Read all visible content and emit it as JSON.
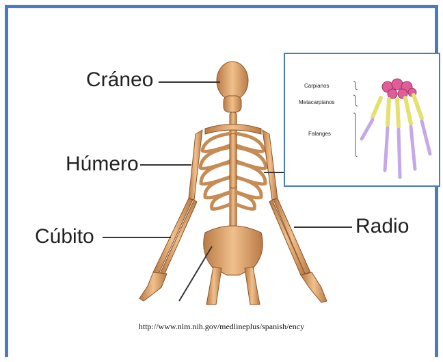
{
  "labels": {
    "craneo": "Cráneo",
    "humero": "Húmero",
    "cubito": "Cúbito",
    "radio": "Radio"
  },
  "inset": {
    "carpianos": "Carpianos",
    "metacarpianos": "Metacarpianos",
    "falanges": "Falanges"
  },
  "source_url": "http://www.nlm.nih.gov/medlineplus/spanish/ency",
  "colors": {
    "frame_border": "#4a7bbf",
    "bone": "#d9a06a",
    "carpals": "#e25c9a",
    "metacarpals": "#e6e070",
    "phalanges": "#c4a8e8"
  }
}
